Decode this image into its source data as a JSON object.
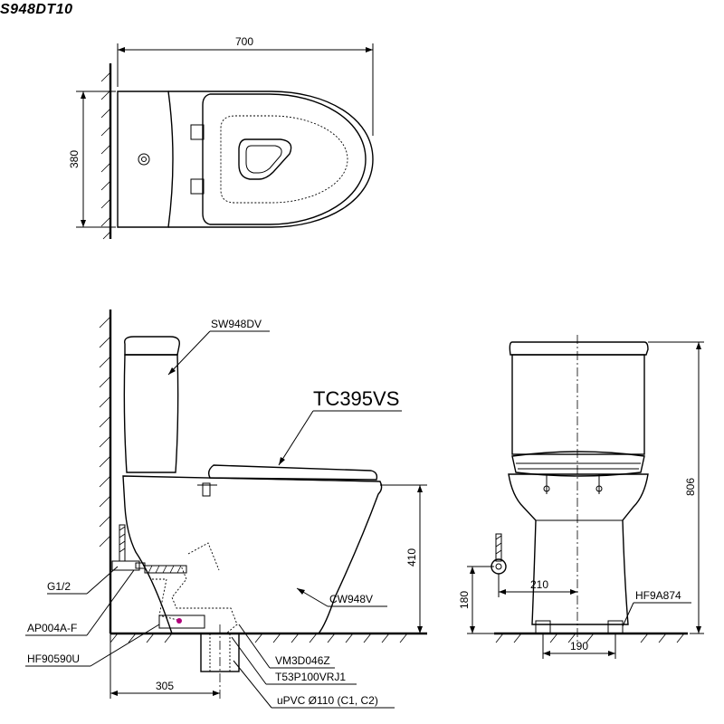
{
  "title": "S948DT10",
  "dimensions": {
    "top_width": "700",
    "top_depth": "380",
    "side_seat_height": "410",
    "side_wall_to_center": "305",
    "front_height": "806",
    "front_inlet_height": "180",
    "front_inlet_offset": "210",
    "front_fixing_span": "190"
  },
  "labels": {
    "tank": "SW948DV",
    "seat": "TC395VS",
    "bowl": "CW948V",
    "inlet_thread": "G1/2",
    "angle_valve": "AP004A-F",
    "supply_hose": "HF90590U",
    "fixing_kit": "VM3D046Z",
    "gasket": "T53P100VRJ1",
    "waste_pipe": "uPVC Ø110 (C1, C2)",
    "front_fixing": "HF9A874"
  }
}
